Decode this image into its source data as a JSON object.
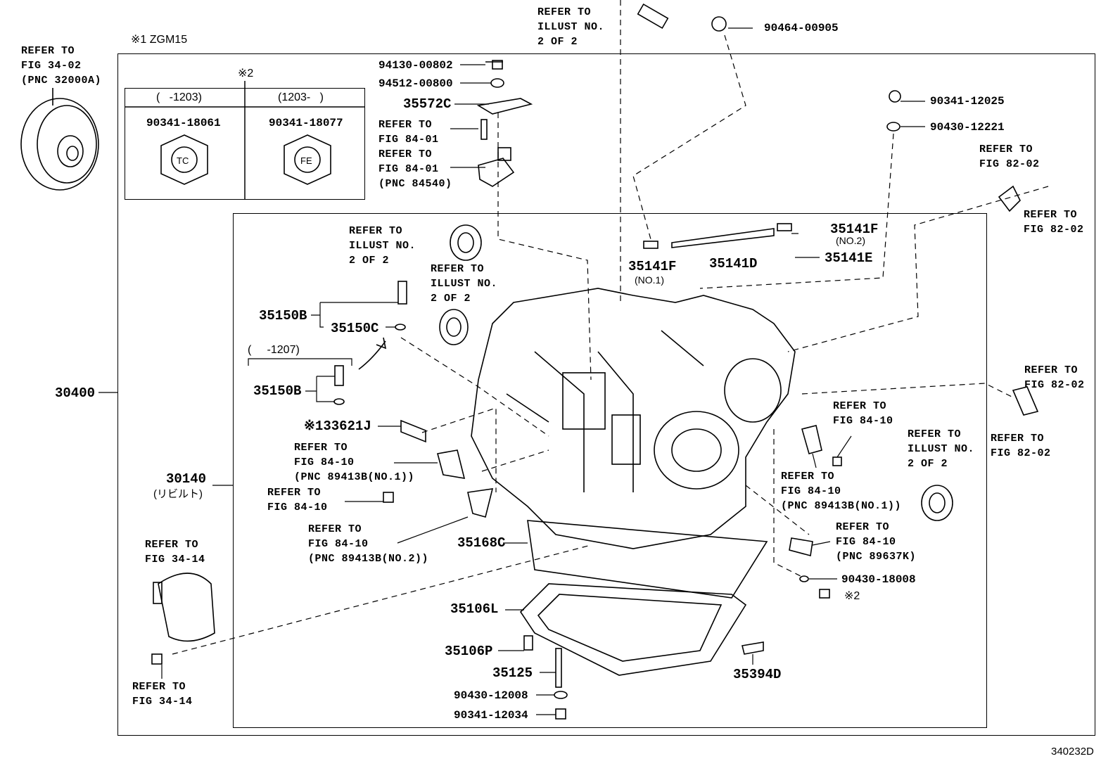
{
  "diagram_code": "340232D",
  "note_model": "※1 ZGM15",
  "note_2": "※2",
  "table": {
    "col1_range": "(   -1203)",
    "col2_range": "(1203-   )",
    "col1_part": "90341-18061",
    "col2_part": "90341-18077",
    "col1_mark": "TC",
    "col2_mark": "FE"
  },
  "labels": {
    "ref_fig3402": "REFER TO\nFIG 34-02\n(PNC 32000A)",
    "ref_illust_top": "REFER TO\nILLUST NO.\n2 OF 2",
    "p90464_00905": "90464-00905",
    "p94130_00802": "94130-00802",
    "p94512_00800": "94512-00800",
    "p35572C": "35572C",
    "ref_fig8401_a": "REFER TO\nFIG 84-01",
    "ref_fig8401_b": "REFER TO\nFIG 84-01\n(PNC 84540)",
    "p90341_12025": "90341-12025",
    "p90430_12221": "90430-12221",
    "ref_fig8202_a": "REFER TO\nFIG 82-02",
    "ref_fig8202_b": "REFER TO\nFIG 82-02",
    "ref_illust_seal1": "REFER TO\nILLUST NO.\n2 OF 2",
    "ref_illust_seal2": "REFER TO\nILLUST NO.\n2 OF 2",
    "p35141F_no2": "35141F",
    "no2": "(NO.2)",
    "p35141F_no1": "35141F",
    "no1": "(NO.1)",
    "p35141D": "35141D",
    "p35141E": "35141E",
    "p35150B_a": "35150B",
    "p35150C": "35150C",
    "range_1207": "(     -1207)",
    "p35150B_b": "35150B",
    "p30400": "30400",
    "p133621J": "※133621J",
    "ref_fig8410_a": "REFER TO\nFIG 84-10\n(PNC 89413B(NO.1))",
    "ref_fig8410_b": "REFER TO\nFIG 84-10",
    "p30140": "30140",
    "rebuilt": "(リビルト)",
    "ref_fig8410_c": "REFER TO\nFIG 84-10\n(PNC 89413B(NO.2))",
    "p35168C": "35168C",
    "ref_fig8202_c": "REFER TO\nFIG 82-02",
    "ref_fig8202_d": "REFER TO\nFIG 82-02",
    "ref_fig8410_d": "REFER TO\nFIG 84-10",
    "ref_illust_right": "REFER TO\nILLUST NO.\n2 OF 2",
    "ref_fig8410_e": "REFER TO\nFIG 84-10\n(PNC 89413B(NO.1))",
    "ref_fig8410_f": "REFER TO\nFIG 84-10\n(PNC 89637K)",
    "p90430_18008": "90430-18008",
    "note2_b": "※2",
    "ref_fig3414_a": "REFER TO\nFIG 34-14",
    "p35106L": "35106L",
    "p35106P": "35106P",
    "p35125": "35125",
    "p35394D": "35394D",
    "p90430_12008": "90430-12008",
    "p90341_12034": "90341-12034",
    "ref_fig3414_b": "REFER TO\nFIG 34-14"
  }
}
